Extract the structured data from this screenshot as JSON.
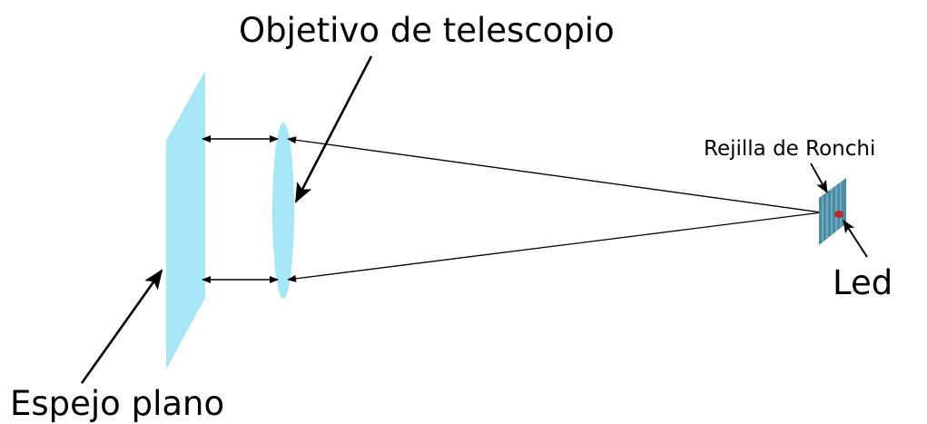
{
  "labels": {
    "objective": "Objetivo de telescopio",
    "grating": "Rejilla de Ronchi",
    "led": "Led",
    "mirror": "Espejo plano"
  },
  "colors": {
    "optics": "#a6e6f7",
    "grating": "#4a8aa3",
    "led": "#c0272d",
    "ink": "#000000"
  }
}
